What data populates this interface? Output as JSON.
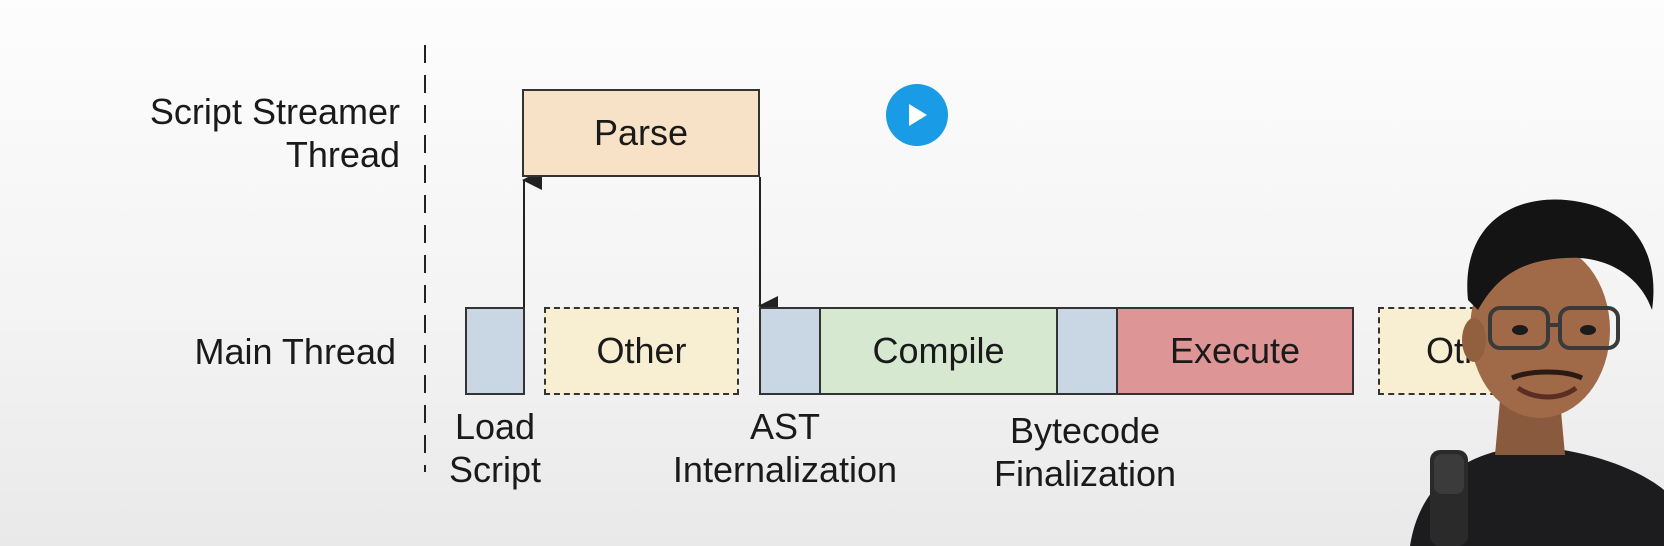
{
  "rows": {
    "streamer_label": [
      "Script Streamer",
      "Thread"
    ],
    "main_label": "Main Thread"
  },
  "blocks": {
    "parse": "Parse",
    "other_1": "Other",
    "compile": "Compile",
    "execute": "Execute",
    "other_2": "Other"
  },
  "annotations": {
    "load_script": [
      "Load",
      "Script"
    ],
    "ast_internalization": [
      "AST",
      "Internalization"
    ],
    "bytecode_finalization": [
      "Bytecode",
      "Finalization"
    ]
  },
  "colors": {
    "parse": "#f7e2c8",
    "other": "#f8efd2",
    "load": "#c9d6e4",
    "compile": "#d6e8cf",
    "execute": "#dd9595",
    "play": "#1a9be6"
  },
  "icons": {
    "play": "play-icon",
    "presenter": "presenter-video-overlay"
  }
}
